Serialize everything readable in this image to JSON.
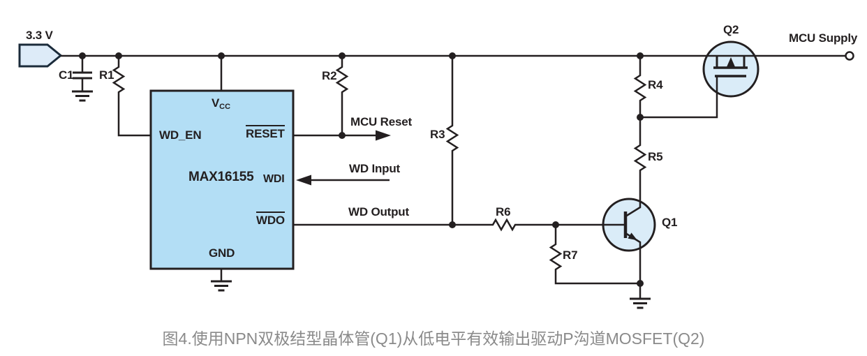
{
  "caption": "图4.使用NPN双极结型晶体管(Q1)从低电平有效输出驱动P沟道MOSFET(Q2)",
  "supply": {
    "net_label": "3.3 V"
  },
  "output_terminal": {
    "label": "MCU Supply"
  },
  "ic": {
    "part_number": "MAX16155",
    "pins": {
      "vcc_main": "V",
      "vcc_sub": "CC",
      "wd_en": "WD_EN",
      "reset": "RESET",
      "wdi": "WDI",
      "wdo": "WDO",
      "gnd": "GND"
    }
  },
  "signals": {
    "mcu_reset": "MCU Reset",
    "wd_input": "WD Input",
    "wd_output": "WD Output"
  },
  "components": {
    "c1": "C1",
    "r1": "R1",
    "r2": "R2",
    "r3": "R3",
    "r4": "R4",
    "r5": "R5",
    "r6": "R6",
    "r7": "R7",
    "q1": "Q1",
    "q2": "Q2"
  },
  "colors": {
    "wire": "#231f20",
    "ic_fill": "#b3def5",
    "device_fill": "#daecf8",
    "flag_fill": "#ddebf8",
    "flag_stroke": "#1b2b3a",
    "caption_text": "#8a8a8a"
  }
}
